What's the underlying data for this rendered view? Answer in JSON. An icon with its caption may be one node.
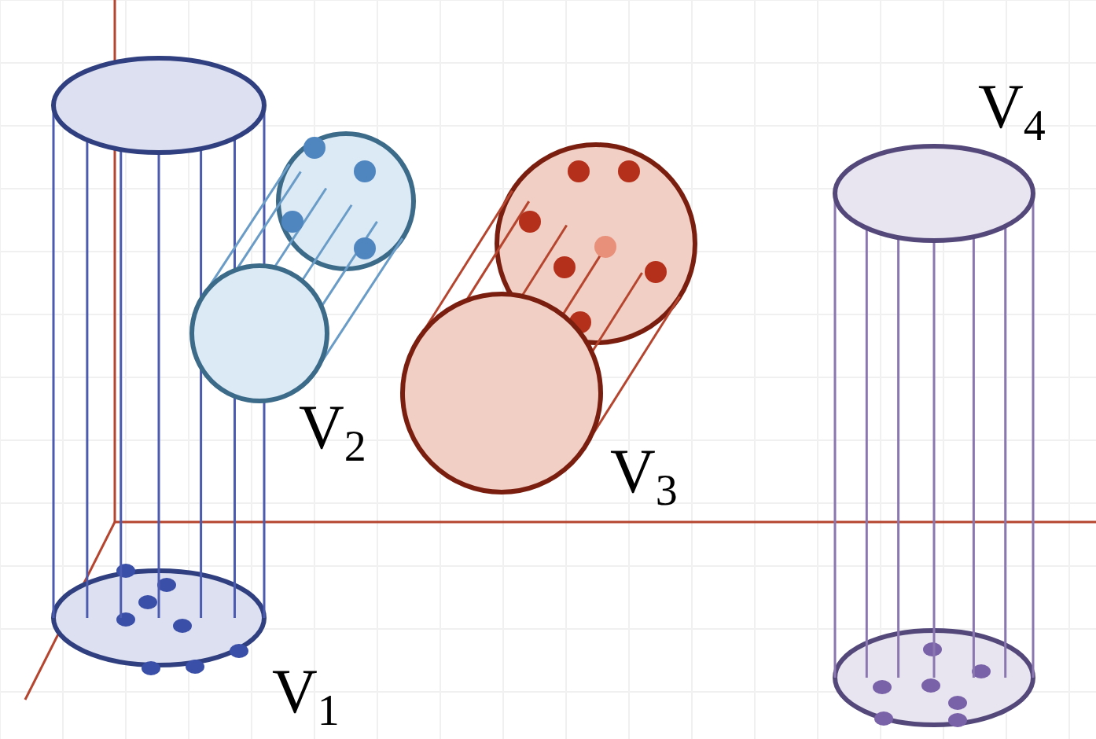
{
  "diagram": {
    "labels": [
      "V$_{4}$",
      "V$_{2}$",
      "V$_{3}$",
      "V$_{1}$"
    ]
  }
}
